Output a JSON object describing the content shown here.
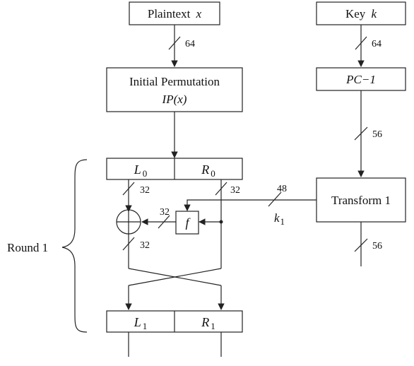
{
  "plaintext": {
    "label": "Plaintext",
    "var": "x",
    "width": "64"
  },
  "key": {
    "label": "Key",
    "var": "k",
    "width": "64"
  },
  "ip": {
    "title": "Initial Permutation",
    "subtitle": "IP(x)"
  },
  "pc1": {
    "label": "PC−1",
    "out_width": "56"
  },
  "halves0": {
    "left": "L",
    "left_sub": "0",
    "right": "R",
    "right_sub": "0"
  },
  "halves1": {
    "left": "L",
    "left_sub": "1",
    "right": "R",
    "right_sub": "1"
  },
  "round": {
    "f_label": "f",
    "l_width": "32",
    "r_width": "32",
    "f_in_width": "32",
    "xor_out_width": "32"
  },
  "subkey": {
    "width": "48",
    "name": "k",
    "sub": "1"
  },
  "transform": {
    "label": "Transform 1",
    "out_width": "56"
  },
  "brace_label": "Round 1"
}
